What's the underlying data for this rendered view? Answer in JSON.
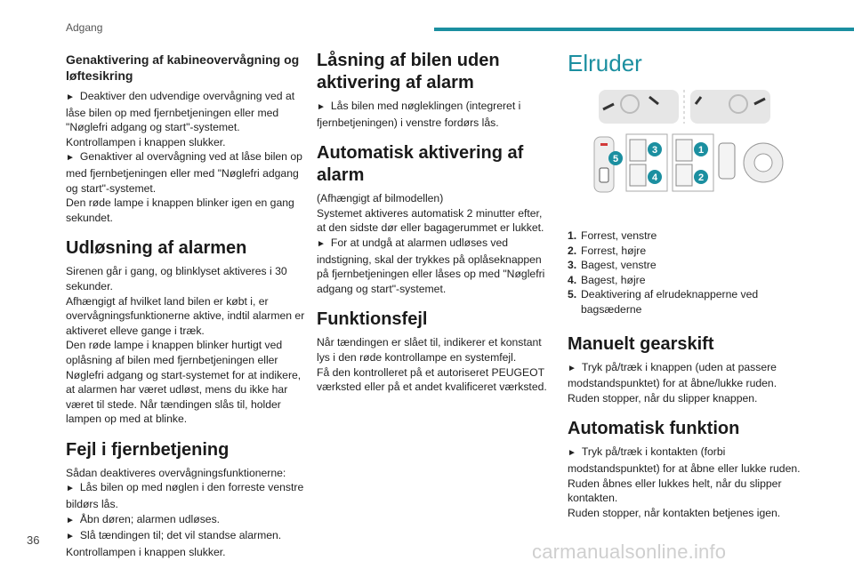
{
  "header": {
    "section": "Adgang"
  },
  "page_number": "36",
  "watermark": "carmanualsonline.info",
  "col1": {
    "s1_heading": "Genaktivering af kabineovervågning og løftesikring",
    "s1_p1": "Deaktiver den udvendige overvågning ved at låse bilen op med fjernbetjeningen eller med \"Nøglefri adgang og start\"-systemet.",
    "s1_p2": "Kontrollampen i knappen slukker.",
    "s1_p3": "Genaktiver al overvågning ved at låse bilen op med fjernbetjeningen eller med \"Nøglefri adgang og start\"-systemet.",
    "s1_p4": "Den røde lampe i knappen blinker igen en gang sekundet.",
    "s2_heading": "Udløsning af alarmen",
    "s2_p1": "Sirenen går i gang, og blinklyset aktiveres i 30 sekunder.",
    "s2_p2": "Afhængigt af hvilket land bilen er købt i, er overvågningsfunktionerne aktive, indtil alarmen er aktiveret elleve gange i træk.",
    "s2_p3": "Den røde lampe i knappen blinker hurtigt ved oplåsning af bilen med fjernbetjeningen eller Nøglefri adgang og start-systemet for at indikere, at alarmen har været udløst, mens du ikke har været til stede. Når tændingen slås til, holder lampen op med at blinke.",
    "s3_heading": "Fejl i fjernbetjening",
    "s3_p1": "Sådan deaktiveres overvågningsfunktionerne:",
    "s3_p2": "Lås bilen op med nøglen i den forreste venstre bildørs lås.",
    "s3_p3": "Åbn døren; alarmen udløses.",
    "s3_p4": "Slå tændingen til; det vil standse alarmen.",
    "s3_p5": "Kontrollampen i knappen slukker."
  },
  "col2": {
    "s1_heading": "Låsning af bilen uden aktivering af alarm",
    "s1_p1": "Lås bilen med nøgleklingen (integreret i fjernbetjeningen) i venstre fordørs lås.",
    "s2_heading": "Automatisk aktivering af alarm",
    "s2_p1": "(Afhængigt af bilmodellen)",
    "s2_p2": "Systemet aktiveres automatisk 2 minutter efter, at den sidste dør eller bagagerummet er lukket.",
    "s2_p3": "For at undgå at alarmen udløses ved indstigning, skal der trykkes på oplåseknappen på fjernbetjeningen eller låses op med \"Nøglefri adgang og start\"-systemet.",
    "s3_heading": "Funktionsfejl",
    "s3_p1": "Når tændingen er slået til, indikerer et konstant lys i den røde kontrollampe en systemfejl.",
    "s3_p2": "Få den kontrolleret på et autoriseret PEUGEOT værksted eller på et andet kvalificeret værksted."
  },
  "col3": {
    "title": "Elruder",
    "figure_labels": [
      "1",
      "2",
      "3",
      "4",
      "5"
    ],
    "list": [
      {
        "num": "1.",
        "text": "Forrest, venstre"
      },
      {
        "num": "2.",
        "text": "Forrest, højre"
      },
      {
        "num": "3.",
        "text": "Bagest, venstre"
      },
      {
        "num": "4.",
        "text": "Bagest, højre"
      },
      {
        "num": "5.",
        "text": "Deaktivering af elrudeknapperne ved bagsæderne"
      }
    ],
    "s1_heading": "Manuelt gearskift",
    "s1_p1": "Tryk på/træk i knappen (uden at passere modstandspunktet) for at åbne/lukke ruden.",
    "s1_p2": "Ruden stopper, når du slipper knappen.",
    "s2_heading": "Automatisk funktion",
    "s2_p1": "Tryk på/træk i kontakten (forbi modstandspunktet) for at åbne eller lukke ruden.",
    "s2_p2": "Ruden åbnes eller lukkes helt, når du slipper kontakten.",
    "s2_p3": "Ruden stopper, når kontakten betjenes igen."
  },
  "colors": {
    "accent": "#1b8fa0",
    "label_badge": "#1b8fa0",
    "indicator": "#d23a3a"
  },
  "icons": {
    "bullet": "arrow-right-icon"
  }
}
